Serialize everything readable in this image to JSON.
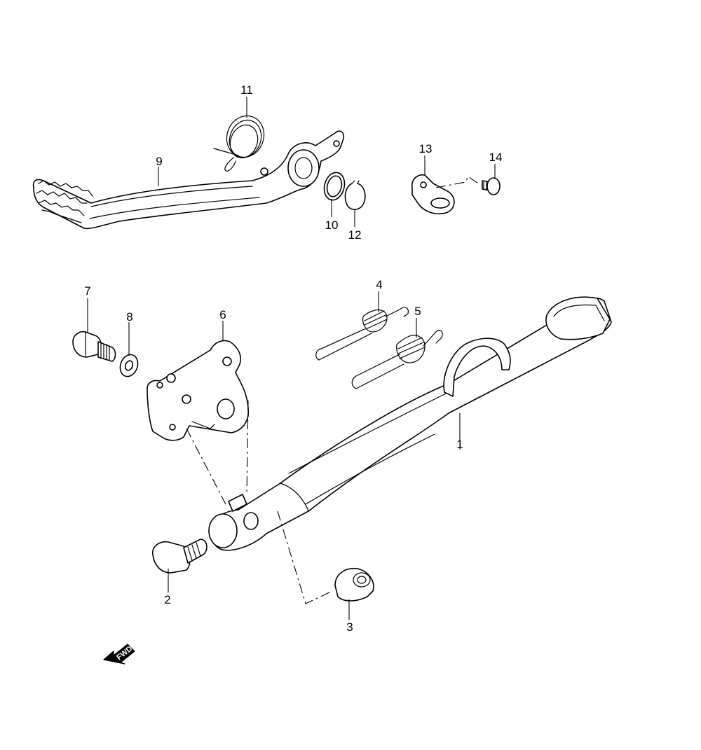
{
  "callouts": [
    {
      "id": "1",
      "label": "1"
    },
    {
      "id": "2",
      "label": "2"
    },
    {
      "id": "3",
      "label": "3"
    },
    {
      "id": "4",
      "label": "4"
    },
    {
      "id": "5",
      "label": "5"
    },
    {
      "id": "6",
      "label": "6"
    },
    {
      "id": "7",
      "label": "7"
    },
    {
      "id": "8",
      "label": "8"
    },
    {
      "id": "9",
      "label": "9"
    },
    {
      "id": "10",
      "label": "10"
    },
    {
      "id": "11",
      "label": "11"
    },
    {
      "id": "12",
      "label": "12"
    },
    {
      "id": "13",
      "label": "13"
    },
    {
      "id": "14",
      "label": "14"
    }
  ],
  "direction_marker": {
    "label": "FWD",
    "icon": "forward-arrow-icon"
  }
}
